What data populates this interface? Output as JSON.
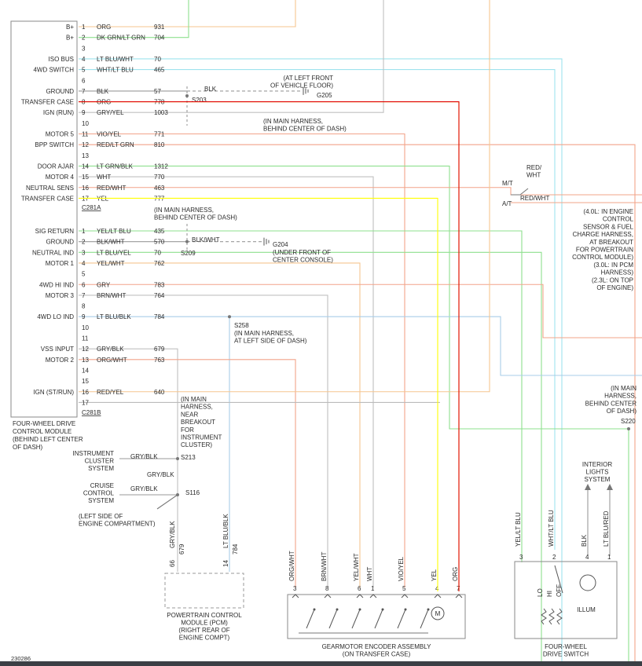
{
  "colors": {
    "highlight_yellow": "#ffff00",
    "highlight_red": "#e00000",
    "wire_orange": "#f5c58f",
    "wire_green": "#8ee08e",
    "wire_cyan": "#9ee3ee",
    "wire_gray": "#c0c0c0",
    "wire_salmon": "#f2a48a",
    "wire_lightblue": "#a8cde8"
  },
  "modules": {
    "fwd_module_label": [
      "FOUR-WHEEL DRIVE",
      "CONTROL MODULE",
      "(BEHIND LEFT CENTER",
      "OF DASH)"
    ],
    "pcm_label": [
      "POWERTRAIN CONTROL",
      "MODULE (PCM)",
      "(RIGHT REAR OF",
      "ENGINE COMPT)"
    ],
    "gearmotor_label": [
      "GEARMOTOR ENCODER ASSEMBLY",
      "(ON TRANSFER CASE)"
    ],
    "switch_label": [
      "FOUR-WHEEL",
      "DRIVE SWITCH"
    ],
    "illum_label": "ILLUM",
    "motor_symbol": "M"
  },
  "connectors": {
    "c281a": "C281A",
    "c281b": "C281B"
  },
  "c281a_pins": [
    {
      "func": "B+",
      "pin": "1",
      "color": "ORG",
      "circuit": "931"
    },
    {
      "func": "B+",
      "pin": "2",
      "color": "DK GRN/LT GRN",
      "circuit": "704"
    },
    {
      "func": "",
      "pin": "3",
      "color": "",
      "circuit": ""
    },
    {
      "func": "ISO BUS",
      "pin": "4",
      "color": "LT BLU/WHT",
      "circuit": "70"
    },
    {
      "func": "4WD SWITCH",
      "pin": "5",
      "color": "WHT/LT BLU",
      "circuit": "465"
    },
    {
      "func": "",
      "pin": "6",
      "color": "",
      "circuit": ""
    },
    {
      "func": "GROUND",
      "pin": "7",
      "color": "BLK",
      "circuit": "57"
    },
    {
      "func": "TRANSFER CASE",
      "pin": "8",
      "color": "ORG",
      "circuit": "778"
    },
    {
      "func": "IGN (RUN)",
      "pin": "9",
      "color": "GRY/YEL",
      "circuit": "1003"
    },
    {
      "func": "",
      "pin": "10",
      "color": "",
      "circuit": ""
    },
    {
      "func": "MOTOR 5",
      "pin": "11",
      "color": "VIO/YEL",
      "circuit": "771"
    },
    {
      "func": "BPP SWITCH",
      "pin": "12",
      "color": "RED/LT GRN",
      "circuit": "810"
    },
    {
      "func": "",
      "pin": "13",
      "color": "",
      "circuit": ""
    },
    {
      "func": "DOOR AJAR",
      "pin": "14",
      "color": "LT GRN/BLK",
      "circuit": "1312"
    },
    {
      "func": "MOTOR 4",
      "pin": "15",
      "color": "WHT",
      "circuit": "770"
    },
    {
      "func": "NEUTRAL SENS",
      "pin": "16",
      "color": "RED/WHT",
      "circuit": "463"
    },
    {
      "func": "TRANSFER CASE",
      "pin": "17",
      "color": "YEL",
      "circuit": "777"
    }
  ],
  "c281b_pins": [
    {
      "func": "SIG RETURN",
      "pin": "1",
      "color": "YEL/LT BLU",
      "circuit": "435"
    },
    {
      "func": "GROUND",
      "pin": "2",
      "color": "BLK/WHT",
      "circuit": "570"
    },
    {
      "func": "NEUTRAL IND",
      "pin": "3",
      "color": "LT BLU/YEL",
      "circuit": "70"
    },
    {
      "func": "MOTOR 1",
      "pin": "4",
      "color": "YEL/WHT",
      "circuit": "762"
    },
    {
      "func": "",
      "pin": "5",
      "color": "",
      "circuit": ""
    },
    {
      "func": "4WD HI IND",
      "pin": "6",
      "color": "GRY",
      "circuit": "783"
    },
    {
      "func": "MOTOR 3",
      "pin": "7",
      "color": "BRN/WHT",
      "circuit": "764"
    },
    {
      "func": "",
      "pin": "8",
      "color": "",
      "circuit": ""
    },
    {
      "func": "4WD LO IND",
      "pin": "9",
      "color": "LT BLU/BLK",
      "circuit": "784"
    },
    {
      "func": "",
      "pin": "10",
      "color": "",
      "circuit": ""
    },
    {
      "func": "",
      "pin": "11",
      "color": "",
      "circuit": ""
    },
    {
      "func": "VSS INPUT",
      "pin": "12",
      "color": "GRY/BLK",
      "circuit": "679"
    },
    {
      "func": "MOTOR 2",
      "pin": "13",
      "color": "ORG/WHT",
      "circuit": "763"
    },
    {
      "func": "",
      "pin": "14",
      "color": "",
      "circuit": ""
    },
    {
      "func": "",
      "pin": "15",
      "color": "",
      "circuit": ""
    },
    {
      "func": "IGN (ST/RUN)",
      "pin": "16",
      "color": "RED/YEL",
      "circuit": "640"
    },
    {
      "func": "",
      "pin": "17",
      "color": "",
      "circuit": ""
    }
  ],
  "splices": {
    "s203": "S203",
    "s209": "S209",
    "s258": "S258",
    "s213": "S213",
    "s116": "S116",
    "s220": "S220"
  },
  "grounds": {
    "g205": "G205",
    "g204": "G204"
  },
  "wire_tags": {
    "blk": "BLK",
    "blk_wht": "BLK/WHT",
    "gry_blk": "GRY/BLK",
    "red_wht": [
      "RED/",
      "WHT"
    ],
    "red_wht2": "RED/WHT"
  },
  "notes": {
    "g205_loc": [
      "(AT LEFT FRONT",
      "OF VEHICLE FLOOR)"
    ],
    "s203_loc": [
      "(IN MAIN HARNESS,",
      "BEHIND CENTER OF DASH)"
    ],
    "s209_loc": [
      "(IN MAIN HARNESS,",
      "BEHIND CENTER OF DASH)"
    ],
    "g204_loc": [
      "(UNDER FRONT OF",
      "CENTER CONSOLE)"
    ],
    "s258_loc": [
      "(IN MAIN HARNESS,",
      "AT LEFT SIDE OF DASH)"
    ],
    "s213_loc": [
      "(IN MAIN",
      "HARNESS,",
      "NEAR",
      "BREAKOUT",
      "FOR",
      "INSTRUMENT",
      "CLUSTER)"
    ],
    "s116_loc": [
      "(LEFT SIDE OF",
      "ENGINE COMPARTMENT)"
    ],
    "s220_loc": [
      "(IN MAIN",
      "HARNESS,",
      "BEHIND CENTER",
      "OF DASH)"
    ],
    "engine_harness": [
      "(4.0L: IN ENGINE",
      "CONTROL",
      "SENSOR & FUEL",
      "CHARGE HARNESS,",
      "AT BREAKOUT",
      "FOR POWERTRAIN",
      "CONTROL MODULE)",
      "(3.0L: IN PCM",
      "HARNESS)",
      "(2.3L: ON TOP",
      "OF ENGINE)"
    ]
  },
  "systems": {
    "instrument_cluster": [
      "INSTRUMENT",
      "CLUSTER",
      "SYSTEM"
    ],
    "cruise_control": [
      "CRUISE",
      "CONTROL",
      "SYSTEM"
    ],
    "interior_lights": [
      "INTERIOR",
      "LIGHTS",
      "SYSTEM"
    ]
  },
  "transmission": {
    "mt": "M/T",
    "at": "A/T"
  },
  "pcm_pins": [
    {
      "pin": "66",
      "circuit": "679",
      "color": "GRY/BLK"
    },
    {
      "pin": "14",
      "circuit": "784",
      "color": "LT BLU/BLK"
    }
  ],
  "gearmotor_pins": [
    {
      "pin": "3",
      "color": "ORG/WHT"
    },
    {
      "pin": "8",
      "color": "BRN/WHT"
    },
    {
      "pin": "6",
      "color": "YEL/WHT"
    },
    {
      "pin": "1",
      "color": "WHT"
    },
    {
      "pin": "5",
      "color": "VIO/YEL"
    },
    {
      "pin": "4",
      "color": "YEL"
    },
    {
      "pin": "7",
      "color": "ORG"
    }
  ],
  "switch_pins": [
    {
      "pin": "3",
      "color": "YEL/LT BLU"
    },
    {
      "pin": "2",
      "color": "WHT/LT BLU"
    },
    {
      "pin": "4",
      "color": "BLK"
    },
    {
      "pin": "1",
      "color": "LT BLU/RED"
    }
  ],
  "switch_positions": [
    "LO",
    "HI",
    "OFF"
  ],
  "doc_id": "230286"
}
